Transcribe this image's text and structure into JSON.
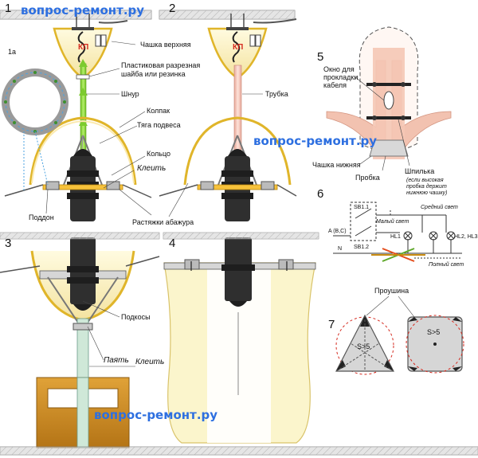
{
  "watermark": "вопрос-ремонт.ру",
  "panel_numbers": {
    "p1": "1",
    "p1a": "1а",
    "p2": "2",
    "p3": "3",
    "p4": "4",
    "p5": "5",
    "p6": "6",
    "p7": "7"
  },
  "panel1": {
    "kp": "КП",
    "cup_top": "Чашка верхняя",
    "washer_line1": "Пластиковая разрезная",
    "washer_line2": "шайба или резинка",
    "cord": "Шнур",
    "cap": "Колпак",
    "rod": "Тяга подвеса",
    "ring": "Кольцо",
    "glue": "Клеить",
    "tray": "Поддон",
    "shade_stays": "Растяжки абажура"
  },
  "panel2": {
    "kp": "КП",
    "tube": "Трубка"
  },
  "panel3": {
    "struts": "Подкосы",
    "solder": "Паять",
    "glue": "Клеить"
  },
  "panel5": {
    "window_line1": "Окно для",
    "window_line2": "прокладки",
    "window_line3": "кабеля",
    "cup_bottom": "Чашка нижняя",
    "plug": "Пробка",
    "stud": "Шпилька",
    "note_line1": "(если высокая",
    "note_line2": "пробка держит",
    "note_line3": "нижнюю чашку)"
  },
  "panel6": {
    "sb11": "SB1.1",
    "sb12": "SB1.2",
    "phase": "A (B,C)",
    "neutral": "N",
    "small_light": "Малый свет",
    "medium_light": "Средний свет",
    "full_light": "Полный свет",
    "hl1": "HL1",
    "hl23": "HL2, HL3"
  },
  "panel7": {
    "lug": "Проушина",
    "s1": "S>5",
    "s2": "S>5"
  },
  "colors": {
    "cup": "#f2dc8a",
    "cup_edge": "#e0b52a",
    "lampshade": "#fbf5cc",
    "cord": "#8cd33a",
    "tube": "#f3c6bb",
    "watermark": "#2d6fe0",
    "ceiling": "#bdbdbd"
  }
}
